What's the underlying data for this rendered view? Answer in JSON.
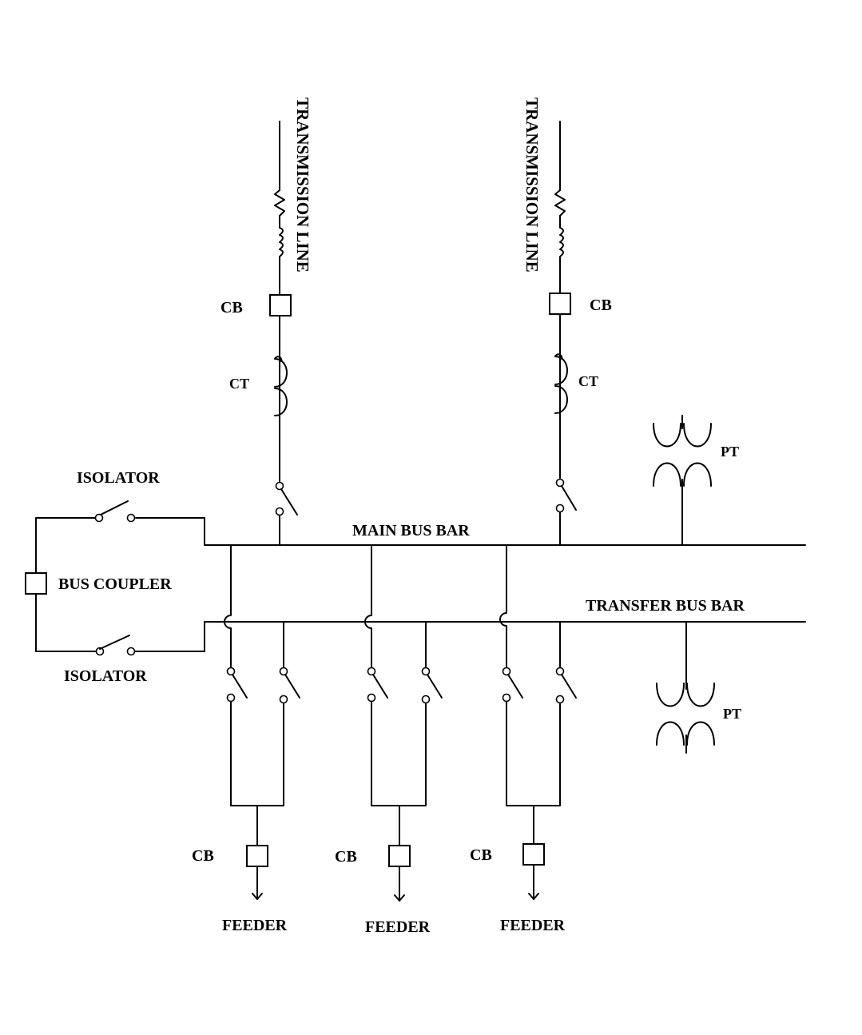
{
  "labels": {
    "transmission_line_1": "TRANSMISSION LINE",
    "transmission_line_2": "TRANSMISSION LINE",
    "cb_tl_1": "CB",
    "cb_tl_2": "CB",
    "ct_1": "CT",
    "ct_2": "CT",
    "pt_main": "PT",
    "pt_transfer": "PT",
    "isolator_top": "ISOLATOR",
    "isolator_bottom": "ISOLATOR",
    "bus_coupler": "BUS COUPLER",
    "main_bus_bar": "MAIN BUS BAR",
    "transfer_bus_bar": "TRANSFER BUS BAR",
    "cb_feeder_1": "CB",
    "cb_feeder_2": "CB",
    "cb_feeder_3": "CB",
    "feeder_1": "FEEDER",
    "feeder_2": "FEEDER",
    "feeder_3": "FEEDER"
  },
  "colors": {
    "line": "#000000",
    "background": "#ffffff"
  }
}
